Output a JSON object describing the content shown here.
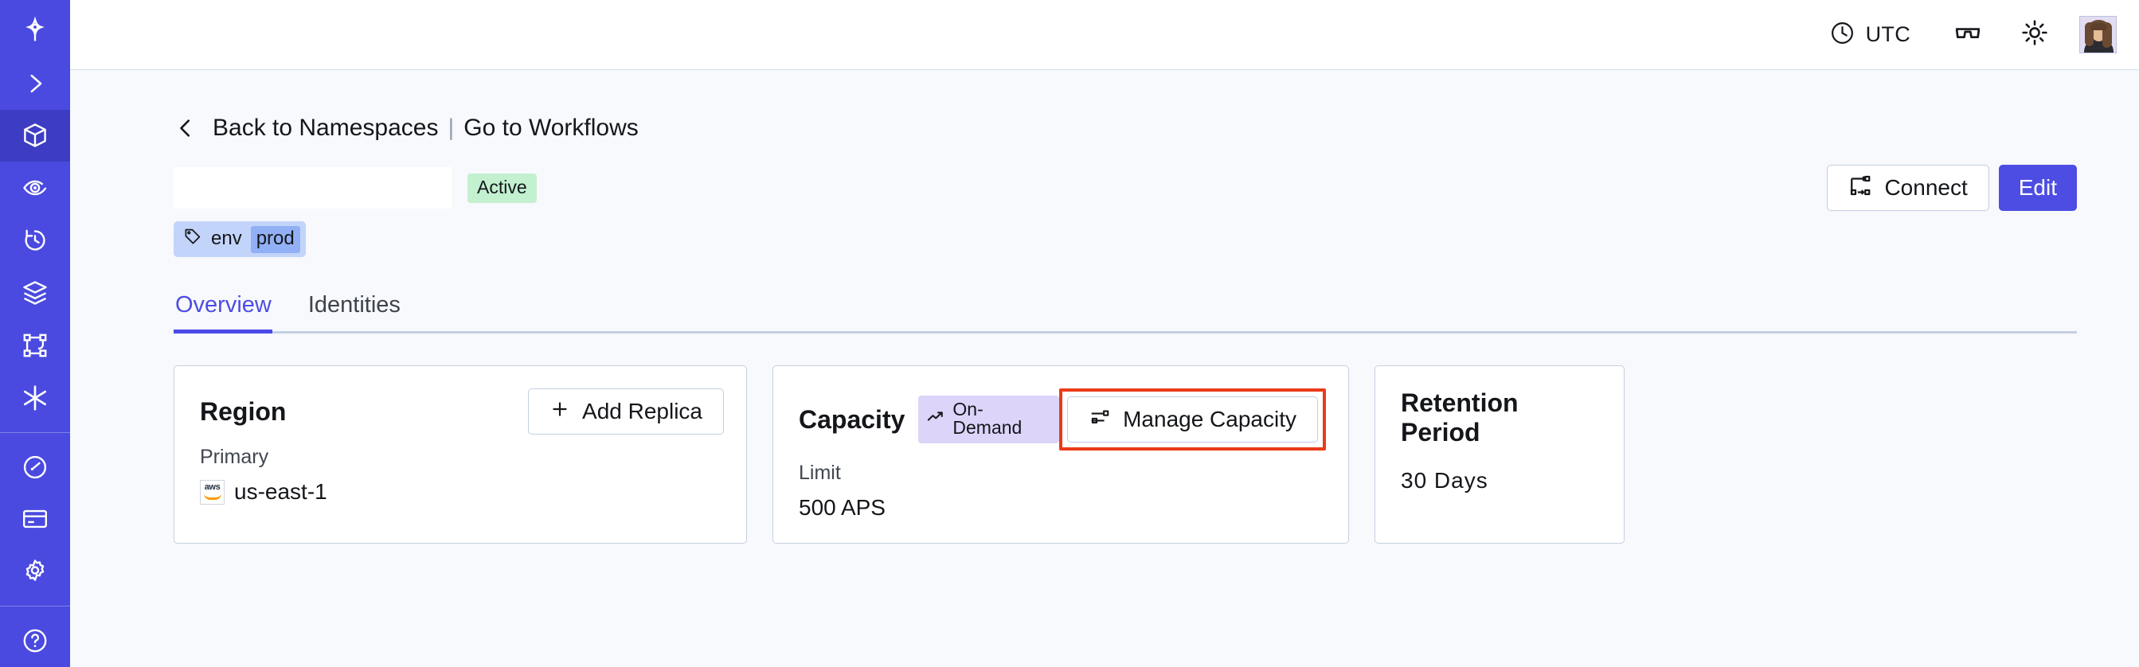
{
  "sidebar": {
    "items": [
      {
        "icon": "temporal-logo-icon",
        "label": "Temporal",
        "active": false
      },
      {
        "icon": "chevron-right-icon",
        "label": "Expand navigation",
        "active": false
      },
      {
        "icon": "cube-icon",
        "label": "Namespaces",
        "active": true
      },
      {
        "icon": "eye-icon",
        "label": "Observability",
        "active": false
      },
      {
        "icon": "clock-history-icon",
        "label": "Schedules",
        "active": false
      },
      {
        "icon": "layers-icon",
        "label": "Workers",
        "active": false
      },
      {
        "icon": "workflow-graph-icon",
        "label": "Workflows",
        "active": false
      },
      {
        "icon": "asterisk-icon",
        "label": "Nexus",
        "active": false
      }
    ],
    "bottom_items": [
      {
        "icon": "gauge-icon",
        "label": "Usage",
        "active": false
      },
      {
        "icon": "credit-card-icon",
        "label": "Billing",
        "active": false
      },
      {
        "icon": "gear-icon",
        "label": "Settings",
        "active": false
      },
      {
        "icon": "help-circle-icon",
        "label": "Help",
        "active": false
      }
    ]
  },
  "topbar": {
    "timezone_icon": "clock-icon",
    "timezone_label": "UTC",
    "glasses_icon": "glasses-icon",
    "theme_icon": "sun-icon",
    "avatar_name": "user-avatar"
  },
  "breadcrumb": {
    "back_icon": "chevron-left-icon",
    "back_label": "Back to Namespaces",
    "separator": "|",
    "forward_label": "Go to Workflows"
  },
  "header": {
    "namespace_title": "",
    "status_label": "Active",
    "connect_label": "Connect",
    "connect_icon": "connect-icon",
    "edit_label": "Edit",
    "tag": {
      "icon": "tag-icon",
      "key": "env",
      "value": "prod"
    }
  },
  "tabs": [
    {
      "label": "Overview",
      "active": true
    },
    {
      "label": "Identities",
      "active": false
    }
  ],
  "cards": {
    "region": {
      "title": "Region",
      "action_label": "Add Replica",
      "action_icon": "plus-icon",
      "label": "Primary",
      "provider_icon": "aws-logo-icon",
      "value": "us-east-1"
    },
    "capacity": {
      "title": "Capacity",
      "pill_icon": "trending-up-icon",
      "pill_label": "On-Demand",
      "action_label": "Manage Capacity",
      "action_icon": "sliders-icon",
      "action_highlighted": true,
      "label": "Limit",
      "value": "500 APS"
    },
    "retention": {
      "title": "Retention Period",
      "value": "30 Days"
    }
  },
  "colors": {
    "sidebar_bg": "#4a4ae0",
    "accent": "#4d4de3",
    "page_bg": "#f7f9fc",
    "card_border": "#c5cfe0",
    "status_active_bg": "#c3f0cf",
    "tag_bg": "#c3d4fa",
    "tag_value_bg": "#92b0f5",
    "pill_bg": "#ddd4fa",
    "highlight_outline": "#ea3b18"
  }
}
